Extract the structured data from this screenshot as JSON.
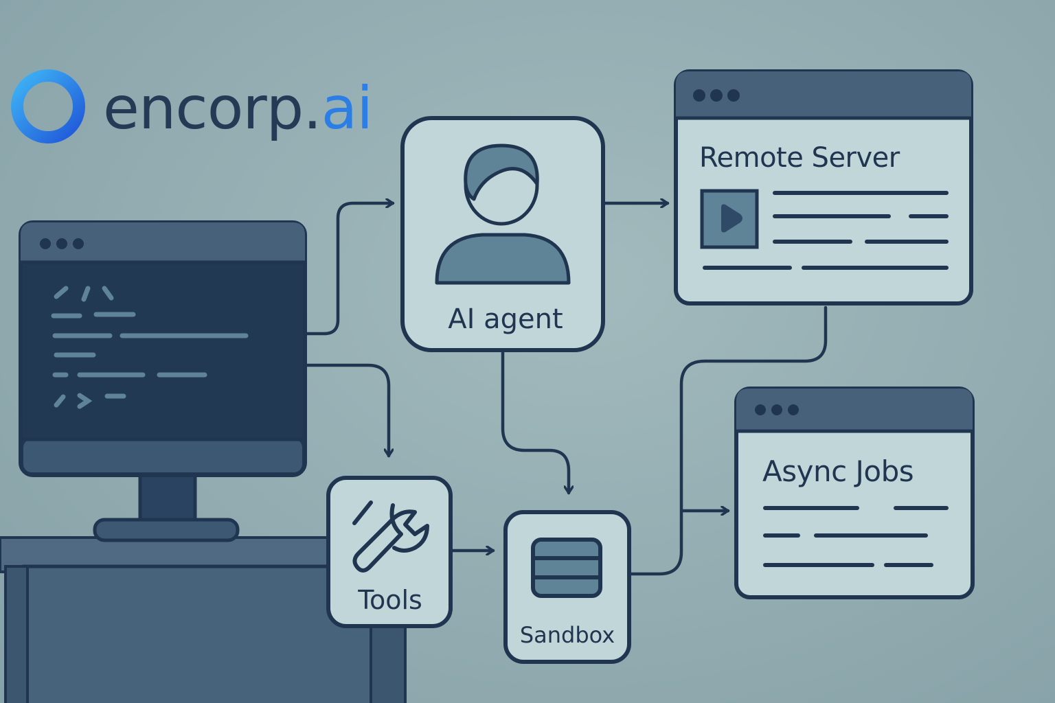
{
  "logo": {
    "name": "encorp.",
    "accent": "ai"
  },
  "nodes": {
    "agent": {
      "label": "AI agent"
    },
    "remote_server": {
      "label": "Remote Server"
    },
    "async_jobs": {
      "label": "Async Jobs"
    },
    "tools": {
      "label": "Tools"
    },
    "sandbox": {
      "label": "Sandbox"
    }
  },
  "colors": {
    "background": "#92acb1",
    "outline": "#1f3550",
    "panel": "#c1d6d8",
    "window_titlebar": "#47617b",
    "terminal_body": "#223954",
    "accent_blue": "#2a7ee6",
    "icon_fill": "#5f8497"
  },
  "icons": [
    "ring-logo-icon",
    "person-icon",
    "wrench-icon",
    "database-icon",
    "media-thumbnail-icon",
    "window-dots-icon",
    "code-glyph-icon"
  ]
}
